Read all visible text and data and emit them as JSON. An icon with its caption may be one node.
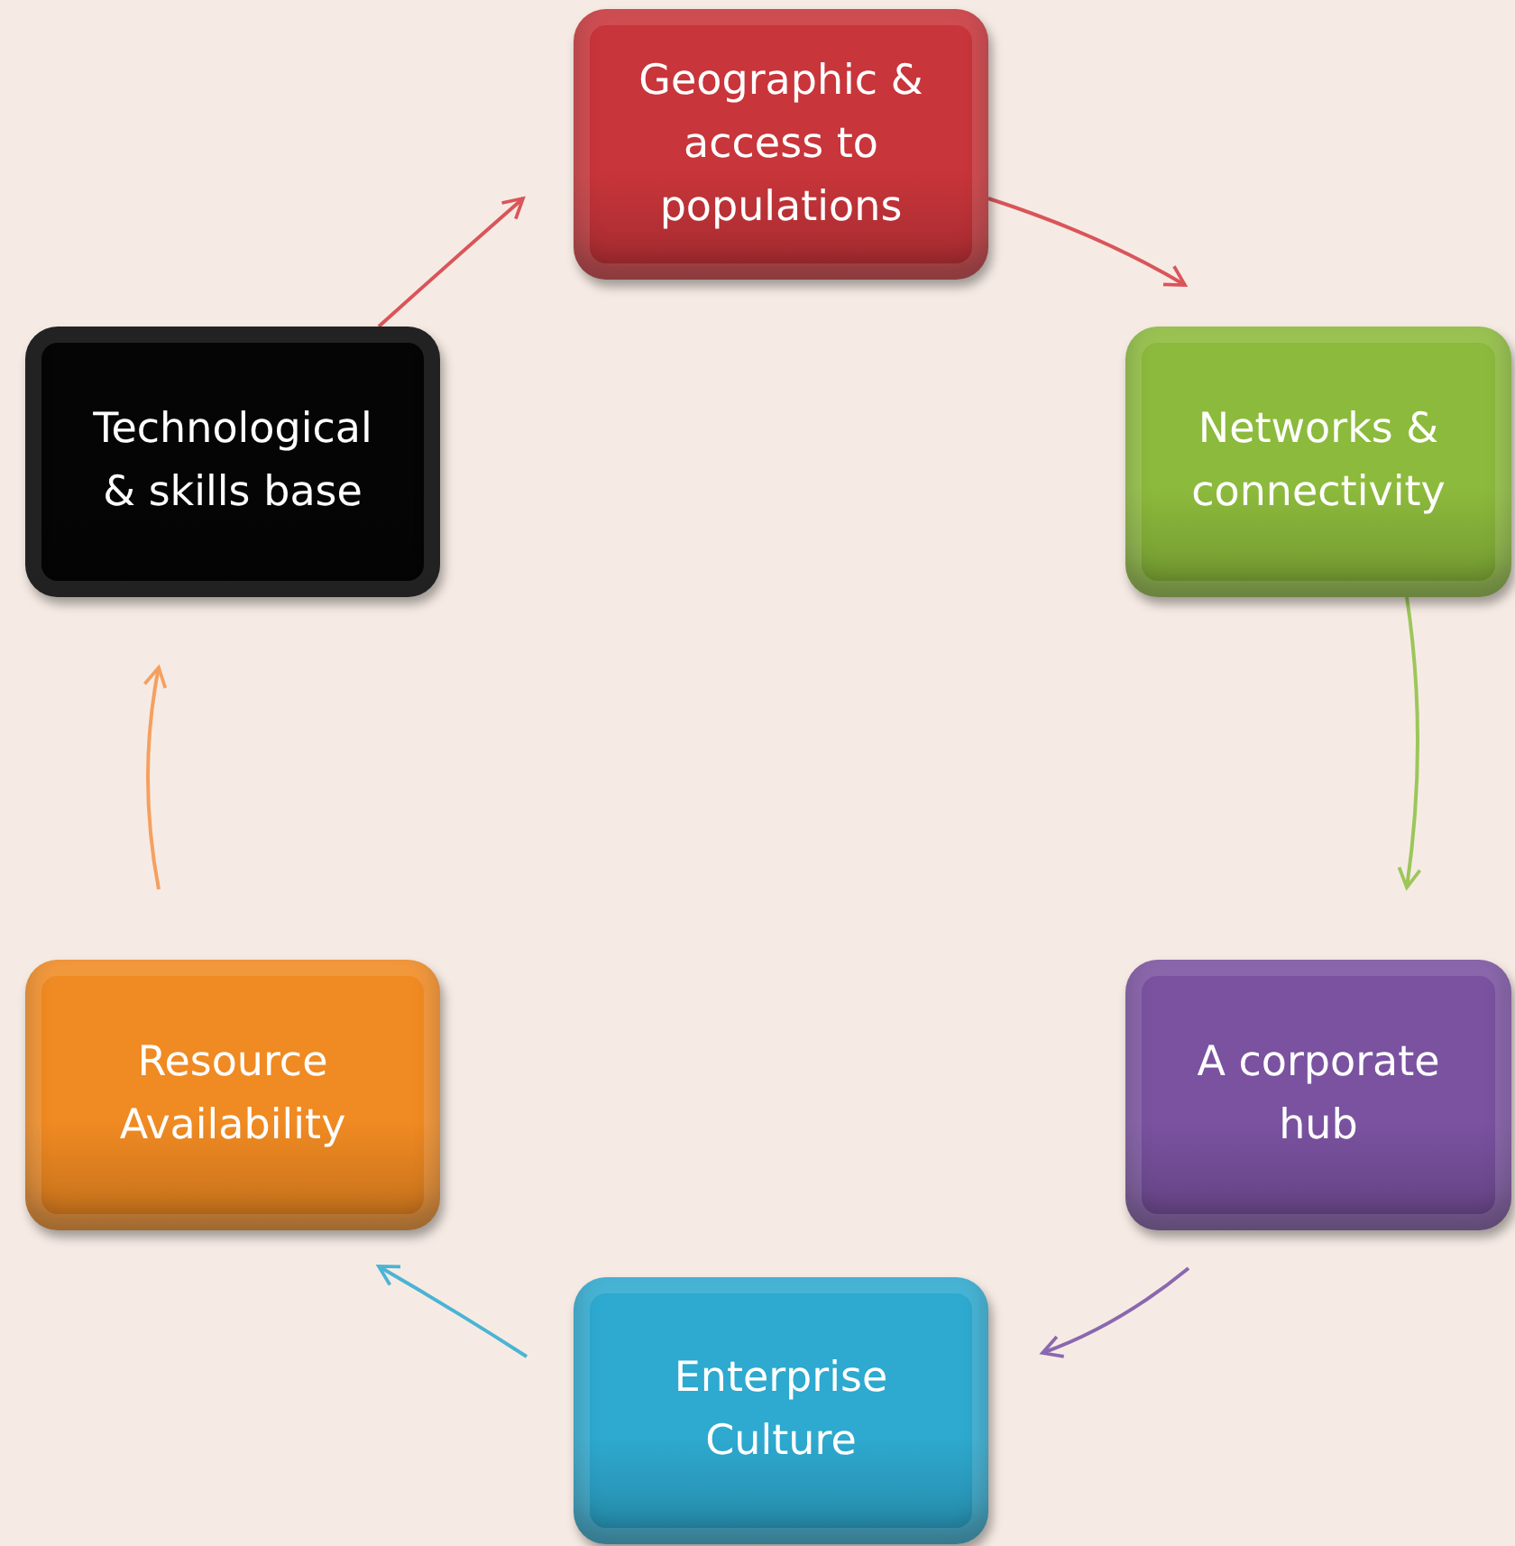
{
  "diagram": {
    "nodes": [
      {
        "text": [
          "Geographic & access to populations"
        ]
      },
      {
        "text": [
          "Networks & connectivity"
        ]
      },
      {
        "text": [
          "A corporate hub"
        ]
      },
      {
        "text": [
          "Enterprise Culture"
        ]
      },
      {
        "text": [
          "Resource Availability"
        ]
      },
      {
        "text": [
          "Technological & skills base"
        ]
      }
    ],
    "edges": [
      {
        "from": 0,
        "to": 1,
        "arrow": "to",
        "color": "#d9555a"
      },
      {
        "from": 1,
        "to": 2,
        "arrow": "to",
        "color": "#9cc65a"
      },
      {
        "from": 2,
        "to": 3,
        "arrow": "to",
        "color": "#8a68b0"
      },
      {
        "from": 3,
        "to": 4,
        "arrow": "to",
        "color": "#4ab4d4"
      },
      {
        "from": 4,
        "to": 5,
        "arrow": "to",
        "color": "#f5a060"
      },
      {
        "from": 5,
        "to": 0,
        "arrow": "to",
        "color": "#d9555a"
      }
    ]
  }
}
